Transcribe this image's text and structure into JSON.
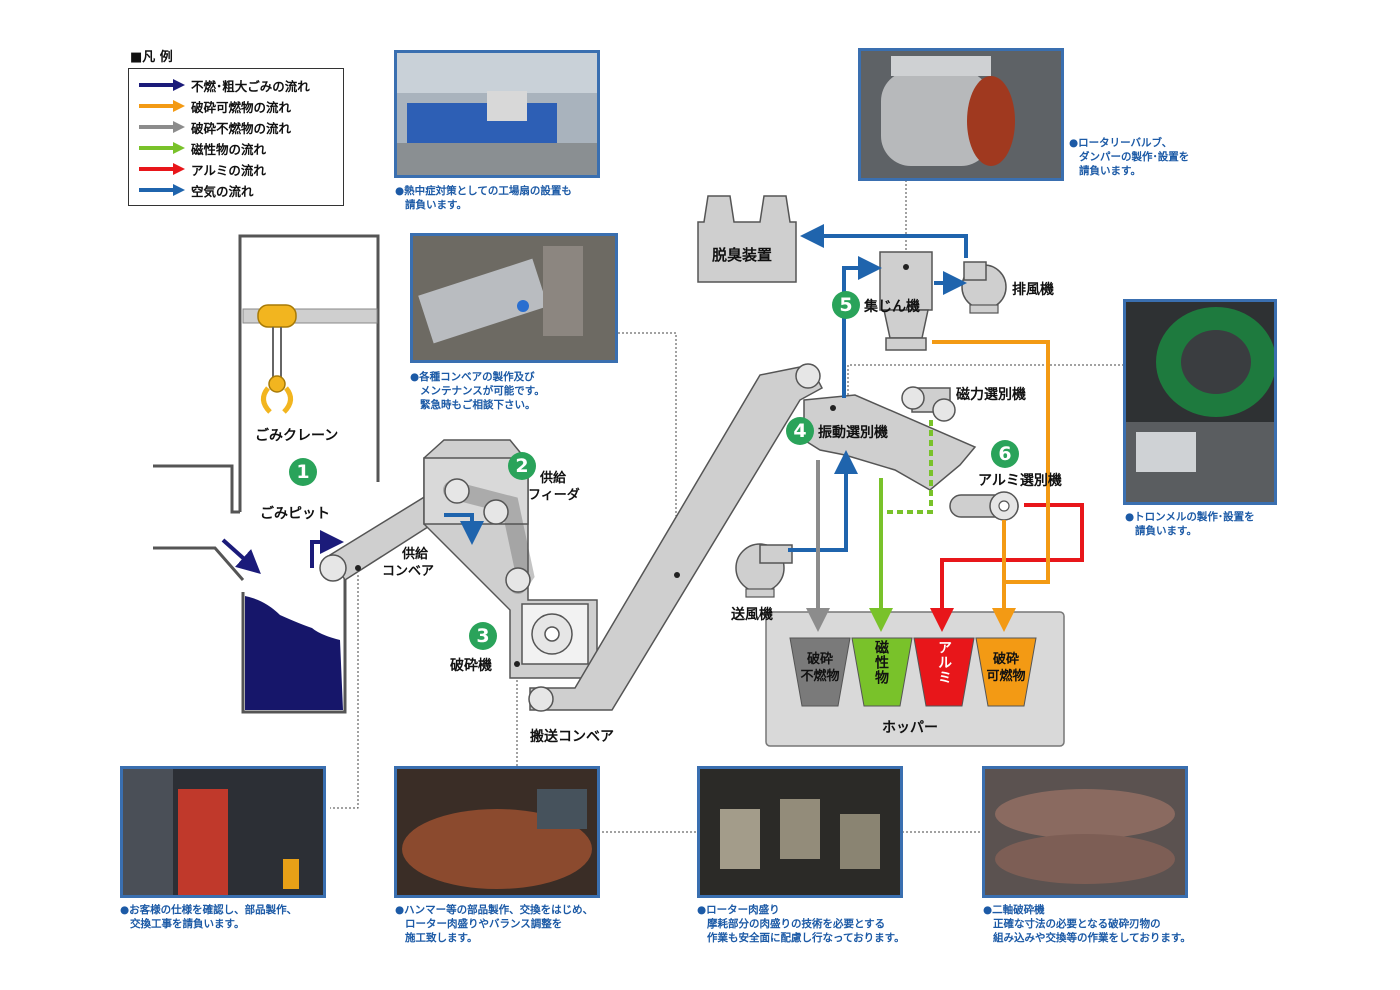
{
  "legend": {
    "title": "■凡 例",
    "items": [
      {
        "label": "不燃･粗大ごみの流れ",
        "color": "#1b1b7a"
      },
      {
        "label": "破砕可燃物の流れ",
        "color": "#f39a14"
      },
      {
        "label": "破砕不燃物の流れ",
        "color": "#8c8c8c"
      },
      {
        "label": "磁性物の流れ",
        "color": "#79c22a"
      },
      {
        "label": "アルミの流れ",
        "color": "#e8161a"
      },
      {
        "label": "空気の流れ",
        "color": "#1f64ad"
      }
    ]
  },
  "labels": {
    "crane": "ごみクレーン",
    "pit": "ごみピット",
    "feed_conveyor_1": "供給",
    "feed_conveyor_2": "コンベア",
    "feeder_1": "供給",
    "feeder_2": "フィーダ",
    "crusher": "破砕機",
    "transport_conveyor": "搬送コンベア",
    "deodorizer": "脱臭装置",
    "exhaust_fan": "排風機",
    "dust_collector": "集じん機",
    "magnetic_separator": "磁力選別機",
    "vibrating_separator": "振動選別機",
    "aluminum_separator": "アルミ選別機",
    "blower": "送風機",
    "hopper": "ホッパー"
  },
  "numbers": {
    "n1": "1",
    "n2": "2",
    "n3": "3",
    "n4": "4",
    "n5": "5",
    "n6": "6"
  },
  "hoppers": {
    "incombustible_1": "破砕",
    "incombustible_2": "不燃物",
    "magnetic": "磁性物",
    "aluminum": "アルミ",
    "combustible_1": "破砕",
    "combustible_2": "可燃物"
  },
  "captions": {
    "fan": [
      "●熱中症対策としての工場扇の設置も",
      "請負います。"
    ],
    "conveyor": [
      "●各種コンベアの製作及び",
      "メンテナンスが可能です。",
      "緊急時もご相談下さい。"
    ],
    "valve": [
      "●ロータリーバルブ、",
      "ダンパーの製作･設置を",
      "請負います。"
    ],
    "trommel": [
      "●トロンメルの製作･設置を",
      "請負います。"
    ],
    "parts": [
      "●お客様の仕様を確認し、部品製作、",
      "交換工事を請負います。"
    ],
    "hammer": [
      "●ハンマー等の部品製作、交換をはじめ、",
      "ローター肉盛りやバランス調整を",
      "施工致します。"
    ],
    "rotor": [
      "●ローター肉盛り",
      "摩耗部分の肉盛りの技術を必要とする",
      "作業も安全面に配慮し行なっております。"
    ],
    "shredder": [
      "●二軸破砕機",
      "正確な寸法の必要となる破砕刃物の",
      "組み込みや交換等の作業をしております。"
    ]
  },
  "colors": {
    "waste": "#1b1b7a",
    "combustible": "#f39a14",
    "incombustible": "#8c8c8c",
    "magnetic": "#79c22a",
    "aluminum": "#e8161a",
    "air": "#1f64ad",
    "number_badge": "#2aa35a",
    "photo_border": "#3a6fb0"
  }
}
